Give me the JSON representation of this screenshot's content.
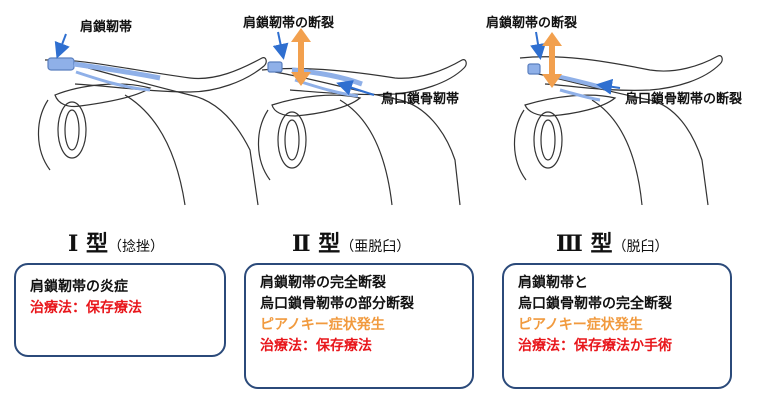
{
  "labels": {
    "p1_ligament": "肩鎖靭帯",
    "p2_tear": "肩鎖靭帯の断裂",
    "p2_cc": "烏口鎖骨靭帯",
    "p3_tear": "肩鎖靭帯の断裂",
    "p3_cc_tear": "烏口鎖骨靭帯の断裂"
  },
  "types": [
    {
      "title": "Ⅰ 型",
      "subtitle": "（捻挫）",
      "lines": [
        {
          "text": "肩鎖靭帯の炎症",
          "color": "dark"
        },
        {
          "text": "治療法：保存療法",
          "color": "red"
        }
      ]
    },
    {
      "title": "Ⅱ 型",
      "subtitle": "（亜脱臼）",
      "lines": [
        {
          "text": "肩鎖靭帯の完全断裂",
          "color": "dark"
        },
        {
          "text": "烏口鎖骨靭帯の部分断裂",
          "color": "dark"
        },
        {
          "text": "ピアノキー症状発生",
          "color": "orange"
        },
        {
          "text": "治療法：保存療法",
          "color": "red"
        }
      ]
    },
    {
      "title": "Ⅲ 型",
      "subtitle": "（脱臼）",
      "lines": [
        {
          "text": "肩鎖靭帯と",
          "color": "dark"
        },
        {
          "text": "烏口鎖骨靭帯の完全断裂",
          "color": "dark"
        },
        {
          "text": "ピアノキー症状発生",
          "color": "orange"
        },
        {
          "text": "治療法：保存療法か手術",
          "color": "red"
        }
      ]
    }
  ],
  "colors": {
    "arrow_blue": "#2f6fd0",
    "arrow_orange": "#f2a04e",
    "ligament_blue": "#8fb0e8",
    "box_border": "#2b4a7a",
    "text_red": "#e8161b",
    "text_orange": "#f19a3e"
  }
}
